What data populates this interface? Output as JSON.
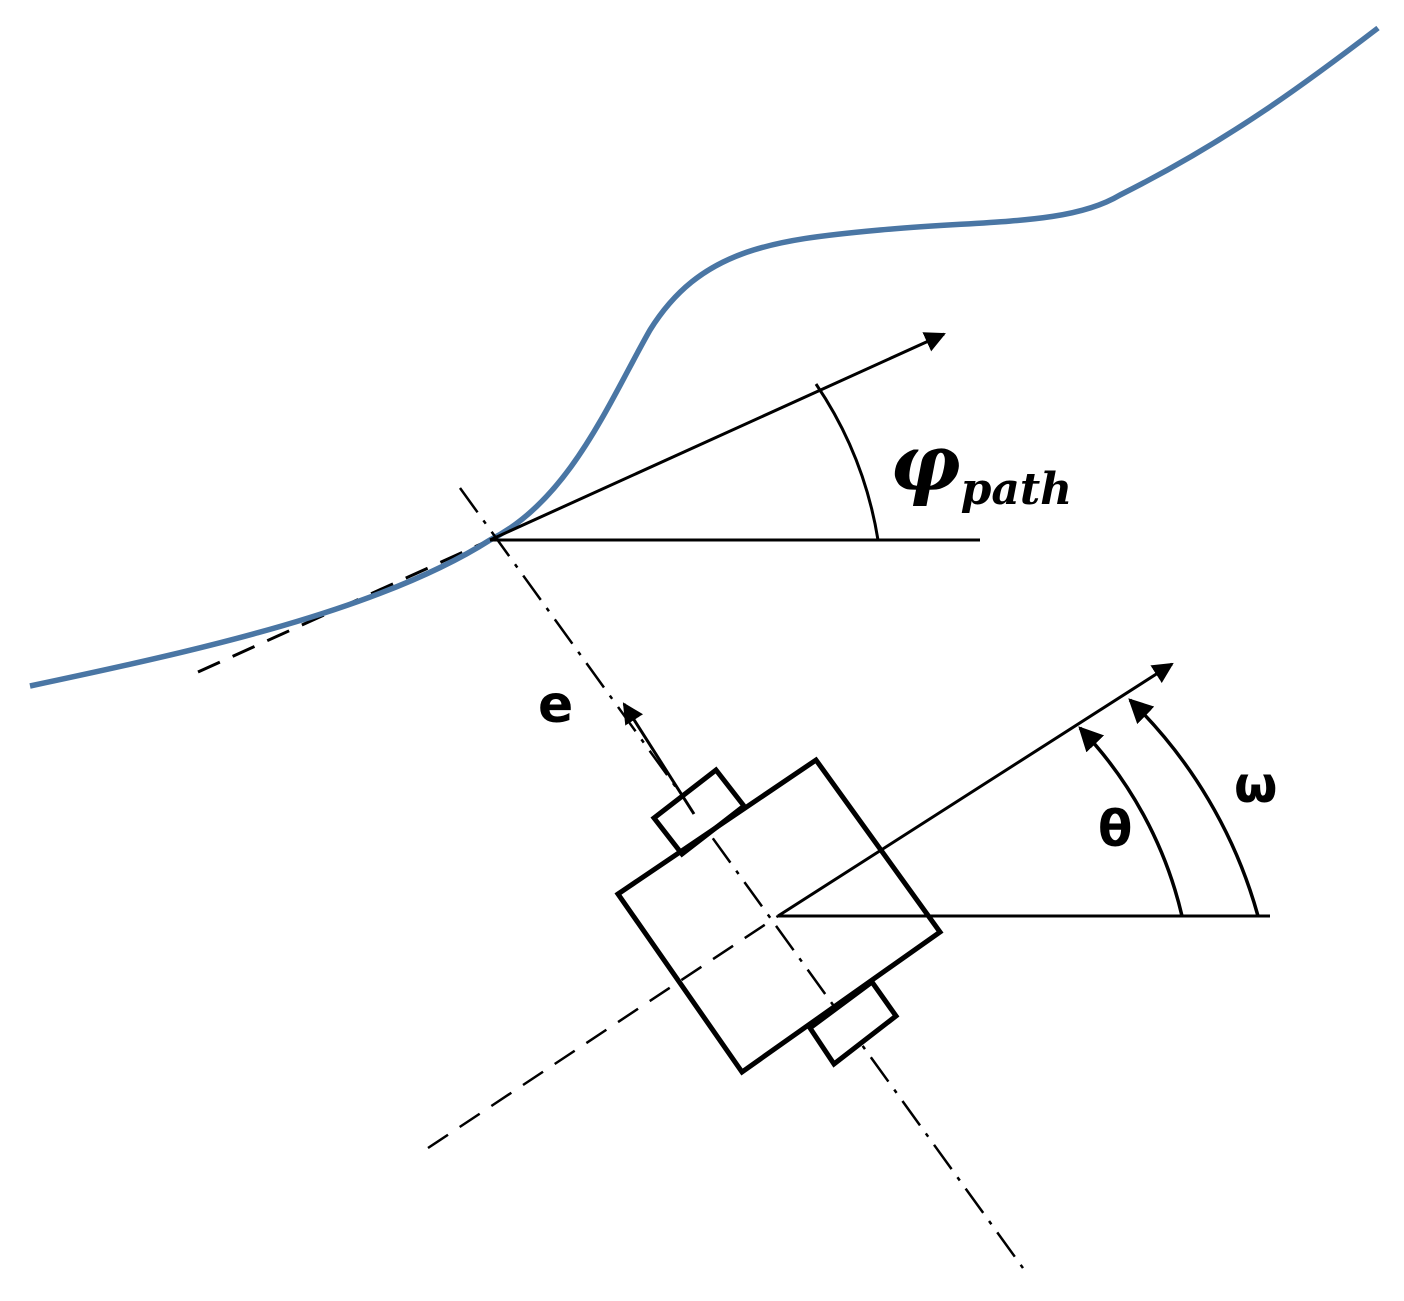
{
  "labels": {
    "path_angle_symbol": "φ",
    "path_angle_subscript": "path",
    "error_vector": "e",
    "heading_angle": "θ",
    "angular_velocity": "ω"
  },
  "colors": {
    "path_curve": "#4a76a4",
    "ink": "#000000",
    "background": "#ffffff"
  }
}
